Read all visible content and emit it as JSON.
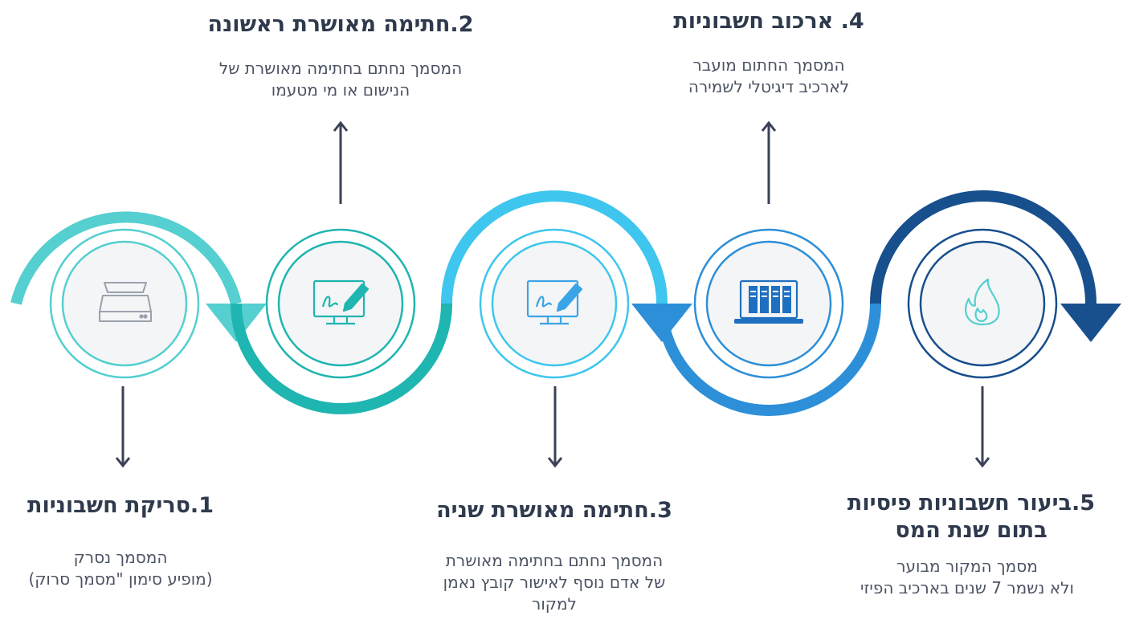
{
  "steps": [
    {
      "number": "1",
      "title": "1.סריקת חשבוניות",
      "desc_lines": [
        "המסמך נסרק",
        "(מופיע סימון \"מסמך סרוק)"
      ],
      "icon": "scanner-icon",
      "color": "#55cfd0"
    },
    {
      "number": "2",
      "title": "2.חתימה מאושרת ראשונה",
      "desc_lines": [
        "המסמך נחתם בחתימה מאושרת של",
        "הנישום או מי מטעמו"
      ],
      "icon": "monitor-signature-icon",
      "color": "#1fb5b0"
    },
    {
      "number": "3",
      "title": "3.חתימה מאושרת שניה",
      "desc_lines": [
        "המסמך נחתם בחתימה מאושרת",
        "של אדם נוסף לאישור קובץ נאמן",
        "למקור"
      ],
      "icon": "monitor-signature-icon",
      "color": "#3ec6ee"
    },
    {
      "number": "4",
      "title": "4. ארכוב חשבוניות",
      "desc_lines": [
        "המסמך החתום מועבר",
        "לארכיב דיגיטלי לשמירה"
      ],
      "icon": "laptop-archive-icon",
      "color": "#2d8fd8"
    },
    {
      "number": "5",
      "title_lines": [
        "5.ביעור חשבוניות פיסיות",
        "בתום שנת המס"
      ],
      "desc_lines": [
        "מסמך המקור מבוער",
        "ולא נשמר 7 שנים בארכיב הפיזי"
      ],
      "icon": "flame-icon",
      "color": "#184f8d"
    }
  ],
  "colors": {
    "text_title": "#2f3a4d",
    "text_desc": "#4b5363",
    "arrow_line": "#3b4257",
    "circle_fill": "#f4f5f6"
  }
}
